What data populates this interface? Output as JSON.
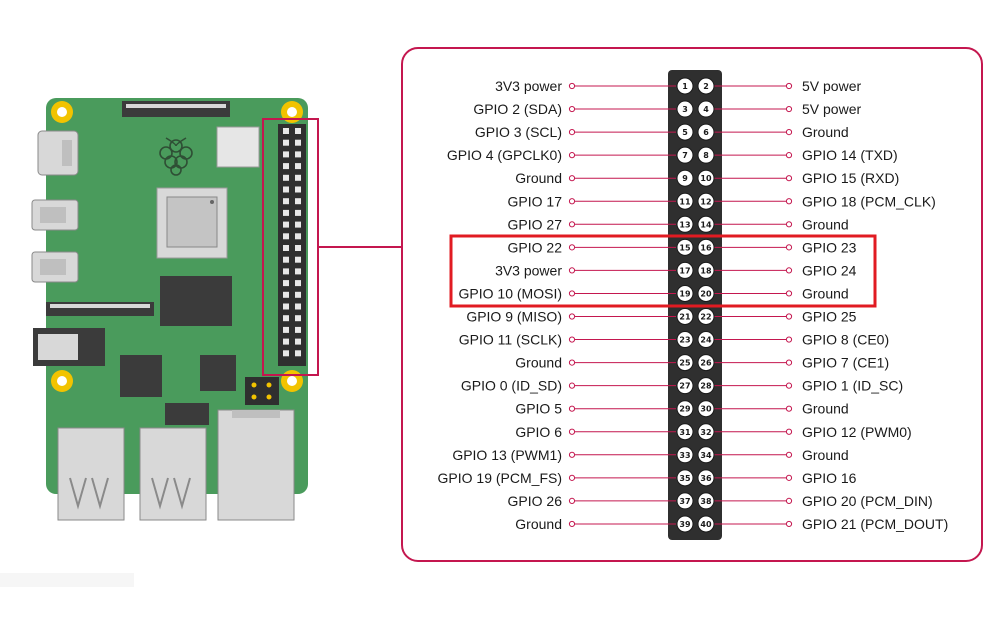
{
  "colors": {
    "board": "#4a9b5c",
    "board_dark": "#3d8a4f",
    "header": "#2f2f2f",
    "accent": "#c4174f",
    "highlight_box": "#e11b22",
    "mount_hole": "#f2c300",
    "chip": "#3b3b3b",
    "port_silver": "#d8d8d8"
  },
  "board": {
    "logo": "raspberry-logo"
  },
  "pinout": {
    "rows": [
      {
        "left": "3V3 power",
        "right": "5V power",
        "pin_left": "1",
        "pin_right": "2"
      },
      {
        "left": "GPIO 2 (SDA)",
        "right": "5V power",
        "pin_left": "3",
        "pin_right": "4"
      },
      {
        "left": "GPIO 3 (SCL)",
        "right": "Ground",
        "pin_left": "5",
        "pin_right": "6"
      },
      {
        "left": "GPIO 4 (GPCLK0)",
        "right": "GPIO 14 (TXD)",
        "pin_left": "7",
        "pin_right": "8"
      },
      {
        "left": "Ground",
        "right": "GPIO 15 (RXD)",
        "pin_left": "9",
        "pin_right": "10"
      },
      {
        "left": "GPIO 17",
        "right": "GPIO 18 (PCM_CLK)",
        "pin_left": "11",
        "pin_right": "12"
      },
      {
        "left": "GPIO 27",
        "right": "Ground",
        "pin_left": "13",
        "pin_right": "14"
      },
      {
        "left": "GPIO 22",
        "right": "GPIO 23",
        "pin_left": "15",
        "pin_right": "16"
      },
      {
        "left": "3V3 power",
        "right": "GPIO 24",
        "pin_left": "17",
        "pin_right": "18"
      },
      {
        "left": "GPIO 10 (MOSI)",
        "right": "Ground",
        "pin_left": "19",
        "pin_right": "20"
      },
      {
        "left": "GPIO 9 (MISO)",
        "right": "GPIO 25",
        "pin_left": "21",
        "pin_right": "22"
      },
      {
        "left": "GPIO 11 (SCLK)",
        "right": "GPIO 8 (CE0)",
        "pin_left": "23",
        "pin_right": "24"
      },
      {
        "left": "Ground",
        "right": "GPIO 7 (CE1)",
        "pin_left": "25",
        "pin_right": "26"
      },
      {
        "left": "GPIO 0 (ID_SD)",
        "right": "GPIO 1 (ID_SC)",
        "pin_left": "27",
        "pin_right": "28"
      },
      {
        "left": "GPIO 5",
        "right": "Ground",
        "pin_left": "29",
        "pin_right": "30"
      },
      {
        "left": "GPIO 6",
        "right": "GPIO 12 (PWM0)",
        "pin_left": "31",
        "pin_right": "32"
      },
      {
        "left": "GPIO 13 (PWM1)",
        "right": "Ground",
        "pin_left": "33",
        "pin_right": "34"
      },
      {
        "left": "GPIO 19 (PCM_FS)",
        "right": "GPIO 16",
        "pin_left": "35",
        "pin_right": "36"
      },
      {
        "left": "GPIO 26",
        "right": "GPIO 20 (PCM_DIN)",
        "pin_left": "37",
        "pin_right": "38"
      },
      {
        "left": "Ground",
        "right": "GPIO 21 (PCM_DOUT)",
        "pin_left": "39",
        "pin_right": "40"
      }
    ],
    "highlighted_rows": [
      8,
      9,
      10
    ]
  }
}
